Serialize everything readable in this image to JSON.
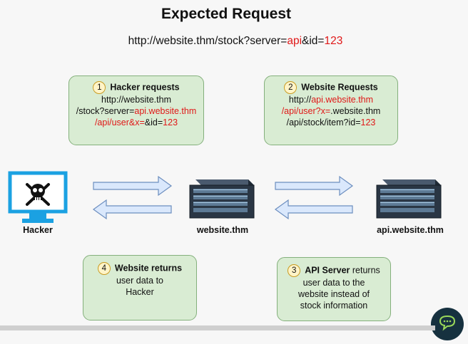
{
  "title": "Expected Request",
  "request_url": {
    "prefix": "http://website.thm/stock?server=",
    "server": "api",
    "mid": "&id=",
    "id": "123"
  },
  "box1": {
    "number": "1",
    "heading": "Hacker requests",
    "line1": "http://website.thm",
    "line2_prefix": "/stock?server=",
    "line2_red": "api.website.thm",
    "line3_red": "/api/user&x=",
    "line3_mid": "&id=",
    "line3_id": "123"
  },
  "box2": {
    "number": "2",
    "heading": "Website Requests",
    "line1_prefix": "http://",
    "line1_red": "api.website.thm",
    "line2_red": "/api/user?x=",
    "line2_rest": ".website.thm",
    "line3_prefix": "/api/stock/item?id=",
    "line3_id": "123"
  },
  "box3": {
    "number": "3",
    "heading": "API Server",
    "heading_rest": " returns",
    "line1": "user data to the",
    "line2": "website instead of",
    "line3": "stock information"
  },
  "box4": {
    "number": "4",
    "heading": "Website returns",
    "line1": "user data to",
    "line2": "Hacker"
  },
  "labels": {
    "hacker": "Hacker",
    "website": "website.thm",
    "api": "api.website.thm"
  },
  "colors": {
    "box_fill": "#d9ecd3",
    "box_border": "#84b07c",
    "arrow_fill": "#dae8fc",
    "arrow_stroke": "#6c8ebf",
    "highlight": "#e01818",
    "monitor": "#1ba1e2"
  },
  "icons": [
    "skull-monitor-icon",
    "server-icon",
    "chat-bubble-icon"
  ]
}
